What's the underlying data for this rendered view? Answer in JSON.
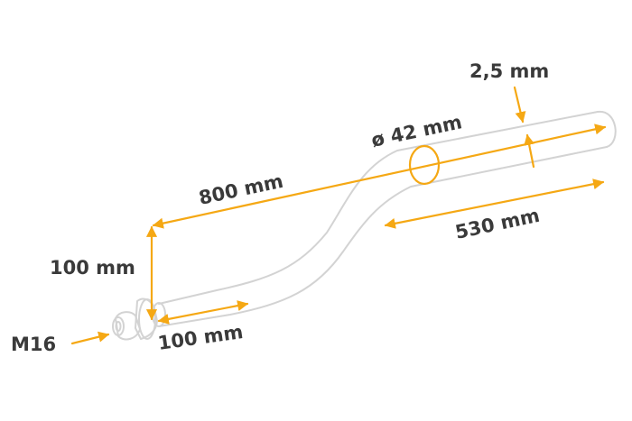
{
  "labels": {
    "thread": "M16",
    "rise": "100 mm",
    "straight_end": "100 mm",
    "length": "800 mm",
    "offset_length": "530 mm",
    "diameter": "ø 42 mm",
    "wall": "2,5 mm"
  },
  "colors": {
    "dimension": "#f5a814",
    "pipe_outline": "#d3d3d3",
    "text": "#3a3a3a",
    "background": "#ffffff"
  }
}
